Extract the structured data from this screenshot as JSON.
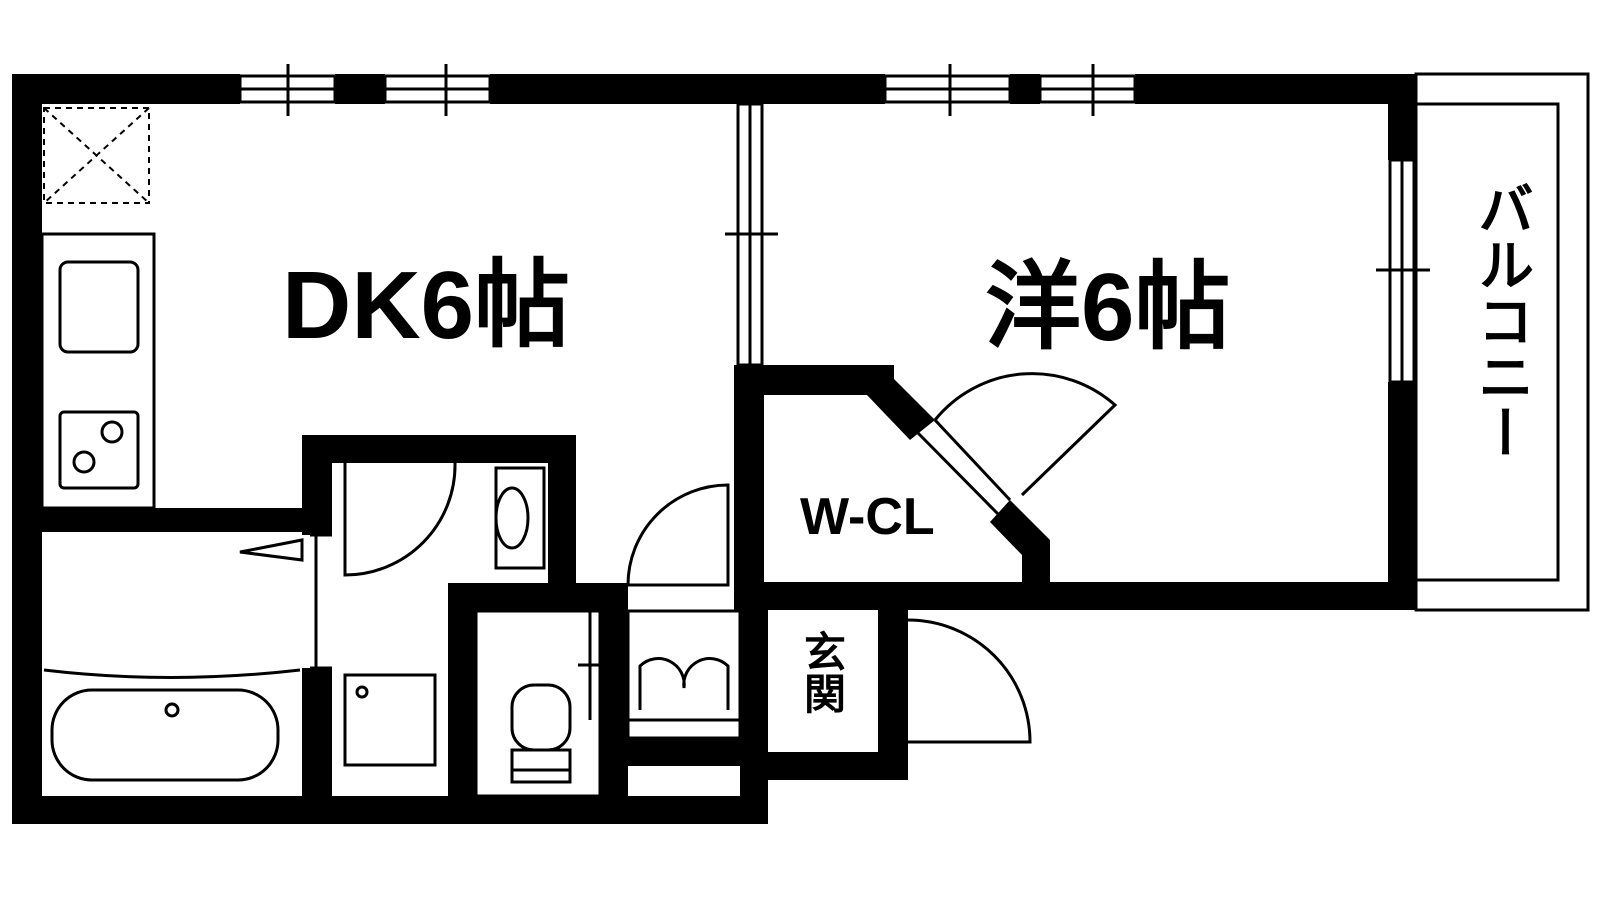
{
  "plan": {
    "rooms": {
      "dk": "DK6帖",
      "western": "洋6帖",
      "walk_in_closet": "W-CL",
      "balcony": "バルコニー",
      "entrance": "玄関"
    }
  }
}
